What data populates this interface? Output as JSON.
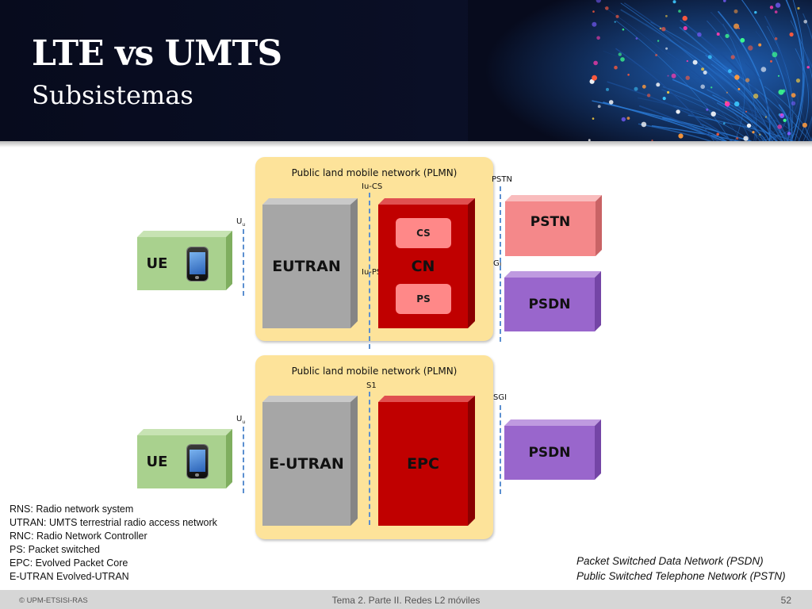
{
  "header": {
    "title": "LTE vs UMTS",
    "subtitle": "Subsistemas"
  },
  "umts": {
    "plmn_label": "Public land mobile network (PLMN)",
    "ue_label": "UE",
    "access_label": "EUTRAN",
    "core_label": "CN",
    "cs_label": "CS",
    "ps_label": "PS",
    "pstn_label": "PSTN",
    "psdn_label": "PSDN",
    "iface_iucs": "Iu-CS",
    "iface_iups": "Iu-PS",
    "iface_pstn": "PSTN",
    "iface_gi": "Gi",
    "iface_uu_main": "U",
    "iface_uu_sub": "u"
  },
  "lte": {
    "plmn_label": "Public land mobile network (PLMN)",
    "ue_label": "UE",
    "access_label": "E-UTRAN",
    "core_label": "EPC",
    "psdn_label": "PSDN",
    "iface_s1": "S1",
    "iface_sgi": "SGI",
    "iface_uu_main": "U",
    "iface_uu_sub": "u"
  },
  "legend": [
    "RNS: Radio network system",
    "UTRAN: UMTS terrestrial radio access network",
    "RNC: Radio Network Controller",
    "PS: Packet switched",
    "EPC: Evolved Packet Core",
    "E-UTRAN Evolved-UTRAN"
  ],
  "notes": [
    "Packet Switched Data Network (PSDN)",
    "Public Switched Telephone Network (PSTN)"
  ],
  "footer": {
    "copyright": "© UPM-ETSISI-RAS",
    "center": "Tema 2. Parte II. Redes L2 móviles",
    "page": "52"
  },
  "colors": {
    "plmn": "#fde39a",
    "ue": "#a9d18e",
    "access": "#a6a6a6",
    "core": "#c00000",
    "pstn": "#f4888a",
    "psdn": "#9966cc",
    "interface_line": "#5b8fd0"
  }
}
